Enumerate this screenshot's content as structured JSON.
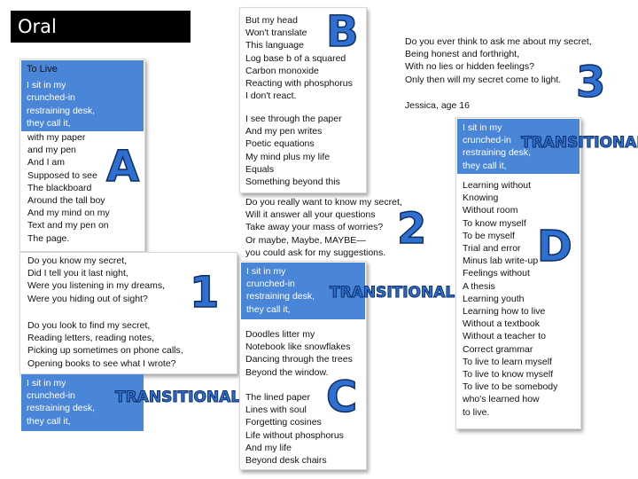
{
  "title": "Oral Interpretation",
  "left": {
    "header": "To Live",
    "blue1": "I sit in my\ncrunched-in\nrestraining desk,\nthey call it,",
    "verseA": "with my paper\nand my pen\nAnd I am\nSupposed to see\nThe blackboard\nAround the tall boy\nAnd my mind on my\nText and my pen on\nThe page.",
    "letterA": "A",
    "verse1": "Do you know my secret,\nDid I tell you it last night,\nWere you listening in my dreams,\nWere you hiding out of sight?",
    "number1": "1",
    "verse1b": "Do you look to find my secret,\nReading letters, reading notes,\nPicking up sometimes on phone calls,\nOpening books to see what I wrote?",
    "blue2": "I sit in my\ncrunched-in\nrestraining desk,\nthey call it,",
    "transitional": "TRANSITIONAL"
  },
  "middle": {
    "verseB1": "But my head\nWon't translate\nThis language\nLog base b of a squared\nCarbon monoxide\nReacting with phosphorus\nI don't react.",
    "letterB": "B",
    "verseB2": "I see through the paper\nAnd my pen writes\nPoetic equations\nMy mind plus my life\nEquals\nSomething beyond this",
    "verse2": "Do you really want to know my secret,\nWill it answer all your questions\nTake away your mass of worries?\nOr maybe, Maybe, MAYBE—\nyou could ask for my suggestions.",
    "number2": "2",
    "blue": "I sit in my\ncrunched-in\nrestraining desk,\nthey call it,",
    "transitional": "TRANSITIONAL",
    "verseC": "Doodles litter my\nNotebook like snowflakes\nDancing through the trees\nBeyond the window.\n\nThe lined paper\nLines with soul\nForgetting cosines\nLife without phosphorus\nAnd my life\nBeyond desk chairs",
    "letterC": "C"
  },
  "right": {
    "verse3": "Do you ever think to ask me about my secret,\nBeing honest and forthright,\nWith no lies or hidden feelings?\nOnly then will my secret come to light.",
    "attribution": "Jessica, age 16",
    "number3": "3",
    "blue": "I sit in my\ncrunched-in\nrestraining desk,\nthey call it,",
    "transitional": "TRANSITIONAL",
    "verseD": "Learning without\nKnowing\nWithout room\nTo know myself\nTo be myself\nTrial and error\nMinus lab write-up\nFeelings without\nA thesis\nLearning youth\nLearning how to live\nWithout a textbook\nWithout a teacher to\nCorrect grammar\nTo live to learn myself\nTo live to know myself\nTo live to be somebody\nwho's learned how\nto live.",
    "letterD": "D"
  }
}
